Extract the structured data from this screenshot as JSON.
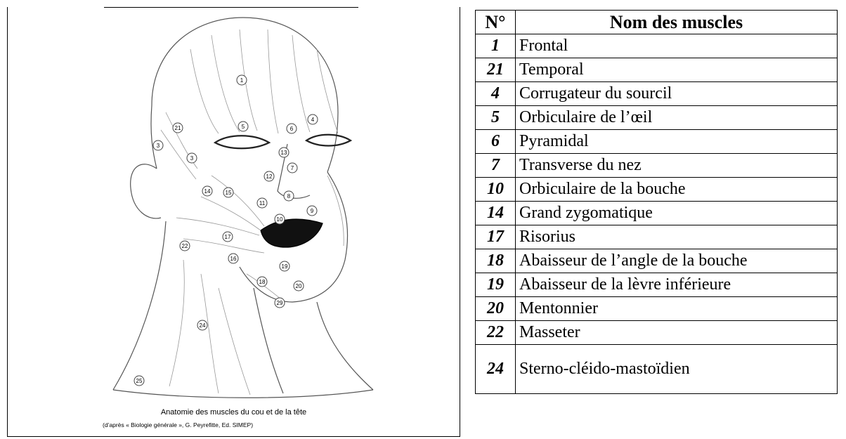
{
  "figure": {
    "caption": "Anatomie des muscles du cou et de la tête",
    "source": "(d’après « Biologie générale », G. Peyrefitte, Ed. SIMEP)",
    "markers": [
      "1",
      "21",
      "3",
      "3",
      "6",
      "4",
      "5",
      "13",
      "7",
      "12",
      "14",
      "15",
      "8",
      "11",
      "9",
      "10",
      "22",
      "17",
      "16",
      "19",
      "18",
      "20",
      "29",
      "24",
      "25"
    ]
  },
  "table": {
    "headers": [
      "N°",
      "Nom des muscles"
    ],
    "rows": [
      {
        "num": "1",
        "name": "Frontal"
      },
      {
        "num": "21",
        "name": "Temporal"
      },
      {
        "num": "4",
        "name": "Corrugateur du sourcil"
      },
      {
        "num": "5",
        "name": "Orbiculaire de l’œil"
      },
      {
        "num": "6",
        "name": "Pyramidal"
      },
      {
        "num": "7",
        "name": "Transverse du nez"
      },
      {
        "num": "10",
        "name": "Orbiculaire de la bouche"
      },
      {
        "num": "14",
        "name": "Grand zygomatique"
      },
      {
        "num": "17",
        "name": "Risorius"
      },
      {
        "num": "18",
        "name": "Abaisseur de l’angle de la bouche"
      },
      {
        "num": "19",
        "name": "Abaisseur de la lèvre inférieure"
      },
      {
        "num": "20",
        "name": "Mentonnier"
      },
      {
        "num": "22",
        "name": "Masseter"
      },
      {
        "num": "24",
        "name": "Sterno-cléido-mastoïdien"
      }
    ]
  }
}
